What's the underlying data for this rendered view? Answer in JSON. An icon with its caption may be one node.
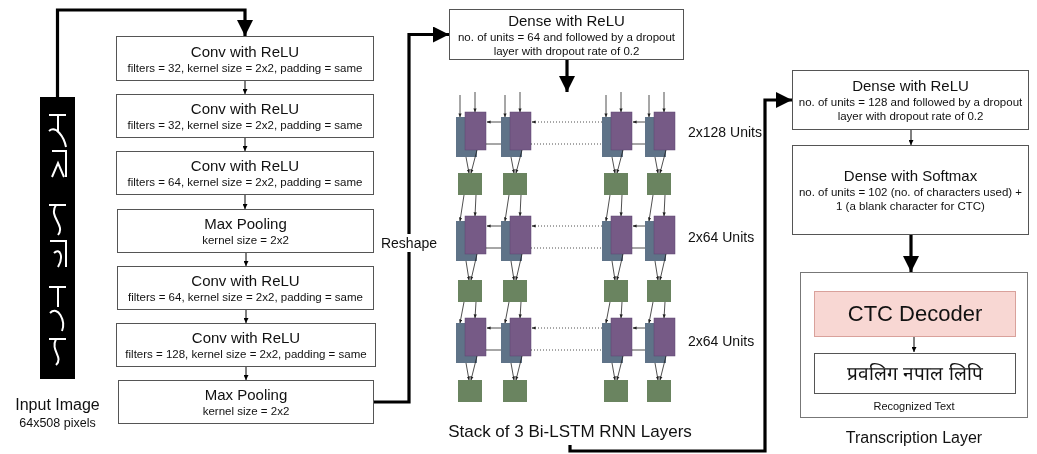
{
  "diagram": {
    "nodes": [
      {
        "text": [],
        "shape": "picture",
        "beside": [
          "Input Image",
          "64x508 pixels"
        ]
      },
      {
        "text": [
          "Conv with ReLU",
          "filters = 32, kernel size = 2x2, padding = same"
        ]
      },
      {
        "text": [
          "Conv with ReLU",
          "filters = 32, kernel size = 2x2, padding = same"
        ]
      },
      {
        "text": [
          "Conv with ReLU",
          "filters = 64, kernel size = 2x2, padding = same"
        ]
      },
      {
        "text": [
          "Max Pooling",
          "kernel size = 2x2"
        ]
      },
      {
        "text": [
          "Conv with ReLU",
          "filters = 64, kernel size = 2x2, padding = same"
        ]
      },
      {
        "text": [
          "Conv with ReLU",
          "filters = 128, kernel size = 2x2, padding = same"
        ]
      },
      {
        "text": [
          "Max Pooling",
          "kernel size = 2x2"
        ]
      },
      {
        "text": [
          "Dense with ReLU",
          "no. of units = 64 and followed by a dropout layer with dropout rate of 0.2"
        ]
      },
      {
        "text": [],
        "shape": "picture",
        "beside": [
          "Stack of 3 Bi-LSTM RNN Layers"
        ]
      },
      {
        "text": [
          "Dense with ReLU",
          "no. of units = 128 and followed by a dropout layer with dropout rate of 0.2"
        ]
      },
      {
        "text": [
          "Dense with Softmax",
          "no. of units = 102 (no. of characters used) + 1 (a blank character for CTC)"
        ]
      },
      {
        "text": [],
        "shape": "box",
        "beside": [
          "Transcription Layer"
        ]
      },
      {
        "text": [
          "CTC Decoder"
        ],
        "in": 12
      },
      {
        "text": [
          "प्रवलिग नपाल लिपि"
        ],
        "in": 12,
        "beside": [
          "Recognized Text"
        ]
      }
    ],
    "edges": [
      {
        "from": 0,
        "to": 1,
        "arrow": "to",
        "style": "thick"
      },
      {
        "from": 1,
        "to": 2,
        "arrow": "to"
      },
      {
        "from": 2,
        "to": 3,
        "arrow": "to"
      },
      {
        "from": 3,
        "to": 4,
        "arrow": "to"
      },
      {
        "from": 4,
        "to": 5,
        "arrow": "to"
      },
      {
        "from": 5,
        "to": 6,
        "arrow": "to"
      },
      {
        "from": 6,
        "to": 7,
        "arrow": "to"
      },
      {
        "from": 7,
        "to": 8,
        "arrow": "to",
        "label": "Reshape",
        "style": "thick"
      },
      {
        "from": 8,
        "to": 9,
        "arrow": "to",
        "style": "thick"
      },
      {
        "from": 9,
        "to": 10,
        "arrow": "to",
        "style": "thick"
      },
      {
        "from": 10,
        "to": 11,
        "arrow": "to"
      },
      {
        "from": 11,
        "to": 12,
        "arrow": "to",
        "style": "thick"
      },
      {
        "from": 13,
        "to": 14,
        "arrow": "to"
      }
    ],
    "labels": [
      "2x128 Units",
      "2x64 Units",
      "2x64 Units"
    ]
  }
}
